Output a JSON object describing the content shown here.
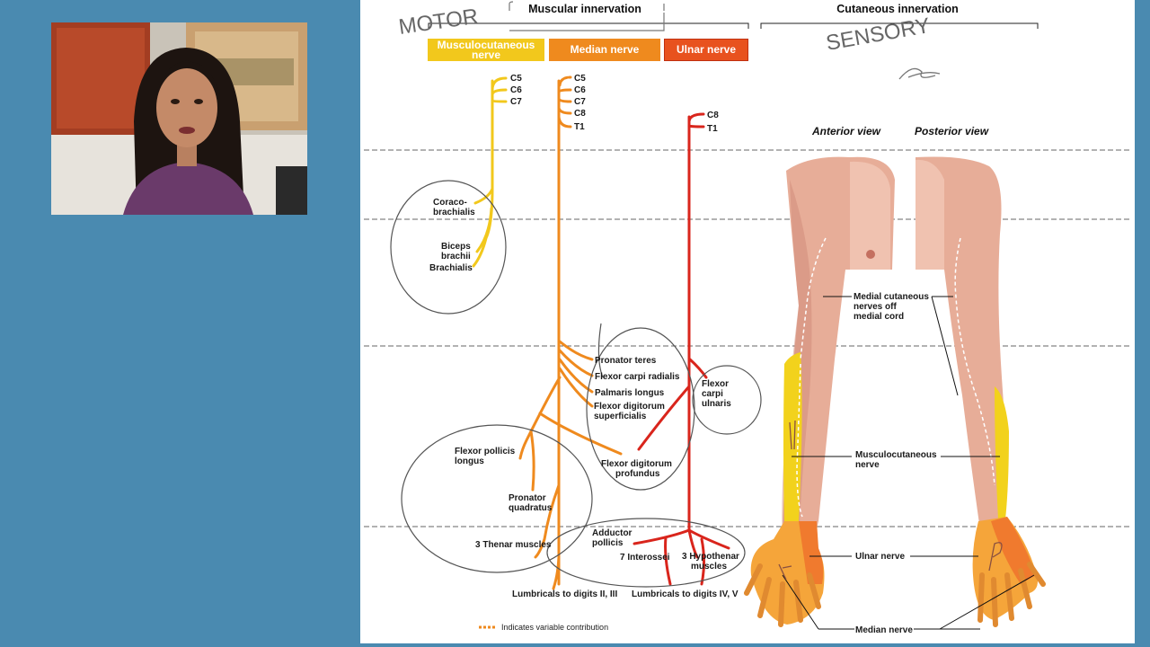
{
  "headers": {
    "muscular": "Muscular innervation",
    "cutaneous": "Cutaneous innervation"
  },
  "handwriting": {
    "motor": "MOTOR",
    "sensory": "SENSORY"
  },
  "nerve_buttons": [
    {
      "label": "Musculocutaneous nerve",
      "color": "#f2c81c"
    },
    {
      "label": "Median nerve",
      "color": "#ef8a1e"
    },
    {
      "label": "Ulnar nerve",
      "color": "#e8521e"
    }
  ],
  "roots": {
    "musculocutaneous": [
      "C5",
      "C6",
      "C7"
    ],
    "median": [
      "C5",
      "C6",
      "C7",
      "C8",
      "T1"
    ],
    "ulnar": [
      "C8",
      "T1"
    ]
  },
  "views": {
    "anterior": "Anterior view",
    "posterior": "Posterior view"
  },
  "muscles": {
    "coraco": "Coraco-brachialis",
    "biceps": "Biceps brachii",
    "brachialis": "Brachialis",
    "pronator_teres": "Pronator teres",
    "fcr": "Flexor carpi radialis",
    "palmaris": "Palmaris longus",
    "fds": "Flexor digitorum superficialis",
    "fcu": "Flexor carpi ulnaris",
    "fpl": "Flexor pollicis longus",
    "fdp": "Flexor digitorum profundus",
    "pq": "Pronator quadratus",
    "thenar": "3 Thenar muscles",
    "adductor": "Adductor pollicis",
    "interossei": "7 Interossei",
    "hypothenar": "3 Hypothenar muscles",
    "lumb_23": "Lumbricals to digits II, III",
    "lumb_45": "Lumbricals to digits IV, V"
  },
  "cutaneous_labels": {
    "medial": "Medial cutaneous nerves off medial cord",
    "musculocutaneous": "Musculocutaneous nerve",
    "ulnar": "Ulnar nerve",
    "median": "Median nerve"
  },
  "legend": "Indicates variable contribution",
  "colors": {
    "musculocutaneous": "#f2c81c",
    "median": "#ef8a1e",
    "ulnar": "#d9251c",
    "background": "#4a8ab0"
  }
}
